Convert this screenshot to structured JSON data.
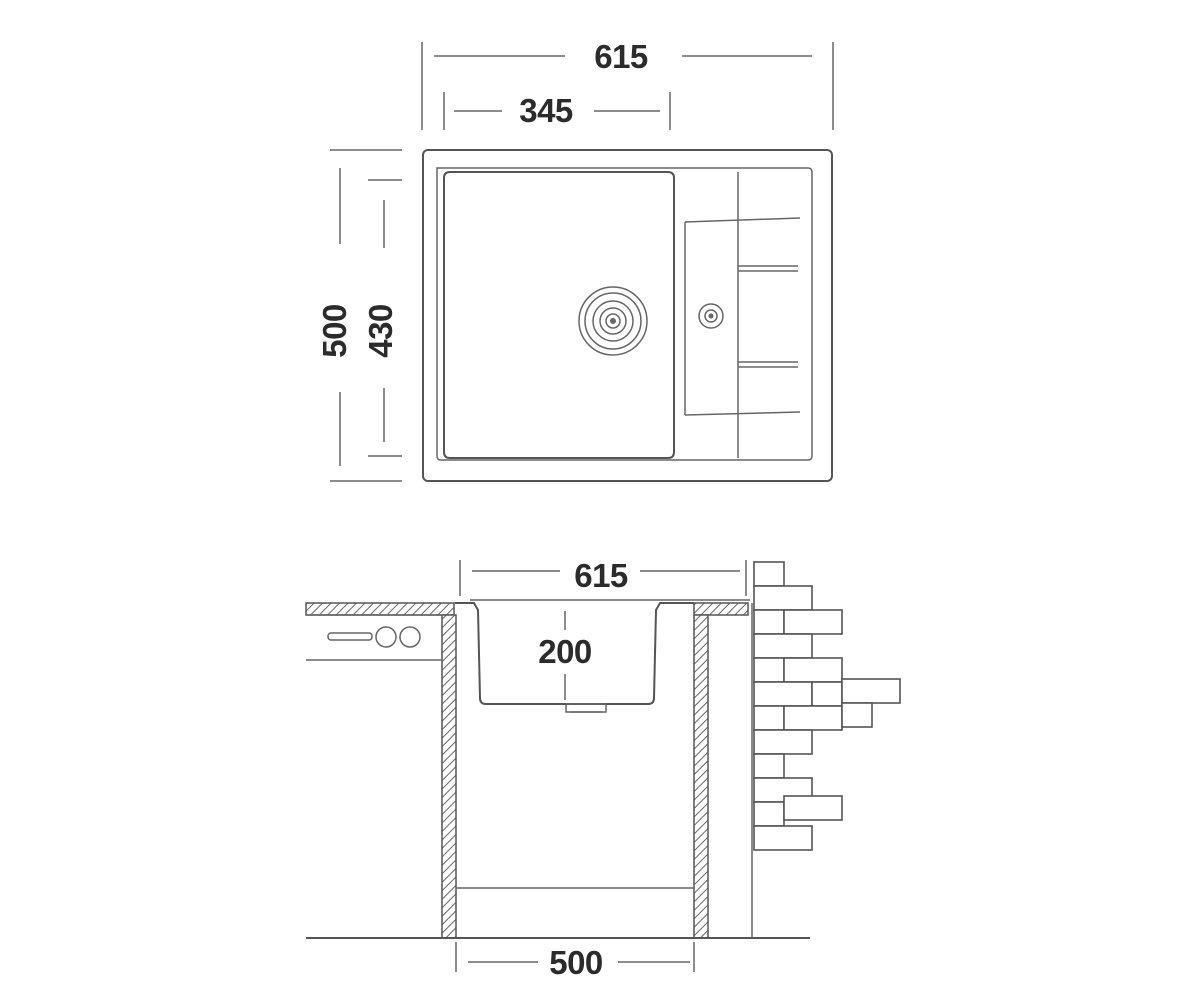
{
  "colors": {
    "line": "#555555",
    "text": "#2b2b2b",
    "background": "#ffffff"
  },
  "top_view": {
    "overall_width": "615",
    "bowl_width": "345",
    "overall_depth": "500",
    "bowl_depth": "430"
  },
  "side_view": {
    "overall_width": "615",
    "bowl_depth": "200",
    "cabinet_width": "500"
  }
}
